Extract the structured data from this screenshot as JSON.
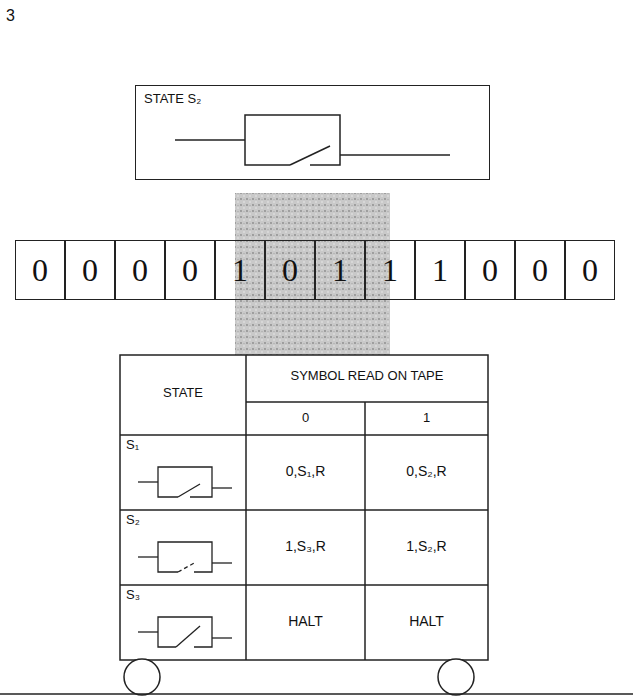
{
  "diagram": {
    "nodes": [
      {
        "text": [
          "STATE S₂"
        ]
      },
      {
        "text": [
          "0"
        ]
      },
      {
        "text": [
          "0"
        ]
      },
      {
        "text": [
          "0"
        ]
      },
      {
        "text": [
          "0"
        ]
      },
      {
        "text": [
          "1"
        ]
      },
      {
        "text": [
          "0"
        ]
      },
      {
        "text": [
          "1"
        ]
      },
      {
        "text": [
          "1"
        ]
      },
      {
        "text": [
          "1"
        ]
      },
      {
        "text": [
          "0"
        ]
      },
      {
        "text": [
          "0"
        ]
      },
      {
        "text": [
          "0"
        ]
      }
    ],
    "labels": [
      "3",
      "STATE",
      "SYMBOL READ ON TAPE",
      "0",
      "1",
      "S₁",
      "0,S₁,R",
      "0,S₂,R",
      "S₂",
      "1,S₃,R",
      "1,S₂,R",
      "S₃",
      "HALT",
      "HALT"
    ]
  }
}
